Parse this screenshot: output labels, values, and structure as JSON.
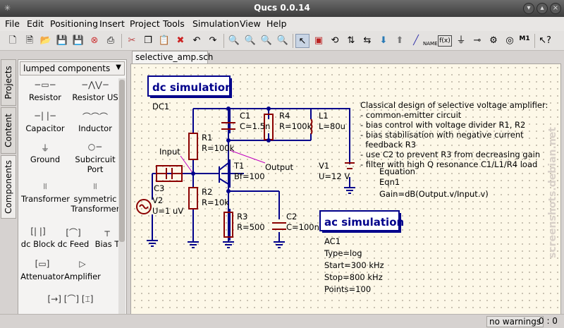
{
  "window": {
    "title": "Qucs 0.0.14"
  },
  "menu": [
    "File",
    "Edit",
    "Positioning",
    "Insert",
    "Project",
    "Tools",
    "Simulation",
    "View",
    "Help"
  ],
  "toolbar": {
    "icons": [
      "new-file-icon",
      "new-text-icon",
      "open-icon",
      "save-icon",
      "save-all-icon",
      "close-doc-icon",
      "print-icon",
      "cut-icon",
      "copy-icon",
      "paste-icon",
      "delete-icon",
      "undo-icon",
      "redo-icon",
      "zoom-fit-icon",
      "zoom-icon",
      "zoom-in-icon",
      "zoom-out-icon",
      "select-icon",
      "edit-icon",
      "rotate-icon",
      "mirror-x-icon",
      "mirror-y-icon",
      "go-into-icon",
      "pop-out-icon",
      "wire-icon",
      "wire-label-icon",
      "equation-icon",
      "ground-icon",
      "port-icon",
      "simulate-icon",
      "dpl-icon"
    ],
    "equation_label": "f(x)",
    "name_label": "NAME",
    "m1_label": "M1"
  },
  "sidebar": {
    "tabs": [
      "Projects",
      "Content",
      "Components"
    ],
    "category": "lumped components",
    "components": [
      {
        "label": "Resistor",
        "icon": "resistor-icon"
      },
      {
        "label": "Resistor US",
        "icon": "resistor-us-icon"
      },
      {
        "label": "Capacitor",
        "icon": "capacitor-icon"
      },
      {
        "label": "Inductor",
        "icon": "inductor-icon"
      },
      {
        "label": "Ground",
        "icon": "ground-icon"
      },
      {
        "label": "Subcircuit",
        "sub": "Port",
        "icon": "subcircuit-port-icon"
      },
      {
        "label": "Transformer",
        "icon": "transformer-icon"
      },
      {
        "label": "symmetric",
        "sub": "Transformer",
        "icon": "symmetric-transformer-icon"
      },
      {
        "label": "dc Block",
        "icon": "dc-block-icon"
      },
      {
        "label": "dc Feed",
        "icon": "dc-feed-icon"
      },
      {
        "label": "Bias T",
        "icon": "bias-t-icon"
      },
      {
        "label": "Attenuator",
        "icon": "attenuator-icon"
      },
      {
        "label": "Amplifier",
        "icon": "amplifier-icon"
      }
    ]
  },
  "document": {
    "tab": "selective_amp.sch",
    "dc_sim": {
      "title": "dc simulation",
      "name": "DC1"
    },
    "ac_sim": {
      "title": "ac simulation",
      "name": "AC1",
      "params": [
        "Type=log",
        "Start=300 kHz",
        "Stop=800 kHz",
        "Points=100"
      ]
    },
    "labels": {
      "C1": "C1",
      "C1v": "C=1.5n",
      "R4": "R4",
      "R4v": "R=100k",
      "L1": "L1",
      "L1v": "L=80u",
      "R1": "R1",
      "R1v": "R=100k",
      "R2": "R2",
      "R2v": "R=10k",
      "T1": "T1",
      "T1v": "Bf=100",
      "R3": "R3",
      "R3v": "R=500",
      "C2": "C2",
      "C2v": "C=100n",
      "C3": "C3",
      "V1": "V1",
      "V1v": "U=12 V",
      "V2": "V2",
      "V2v": "U=1 uV",
      "input": "Input",
      "output": "Output",
      "eqn_title": "Equation",
      "eqn_name": "Eqn1",
      "eqn": "Gain=dB(Output.v/Input.v)"
    },
    "description": [
      "Classical design of selective voltage amplifier:",
      "- common-emitter circuit",
      "- bias control with voltage divider R1, R2",
      "- bias stabilisation with negative current",
      "  feedback R3",
      "- use C2 to prevent R3 from decreasing gain",
      "- filter with high Q resonance C1/L1/R4 load"
    ],
    "watermark": "screenshots.debian.net"
  },
  "status": {
    "warnings": "no warnings",
    "position": "0 : 0"
  }
}
